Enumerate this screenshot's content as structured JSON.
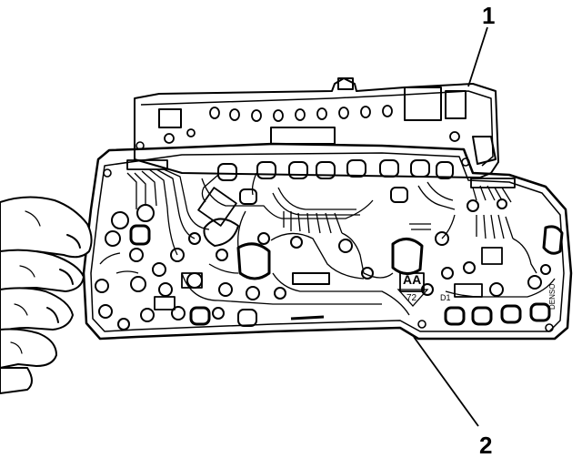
{
  "figure": {
    "callouts": [
      {
        "number": "1"
      },
      {
        "number": "2"
      }
    ],
    "board_markings": {
      "code_letters": "AA",
      "code_number": "72",
      "side_text": "DENSO",
      "small_label": "D1"
    }
  }
}
